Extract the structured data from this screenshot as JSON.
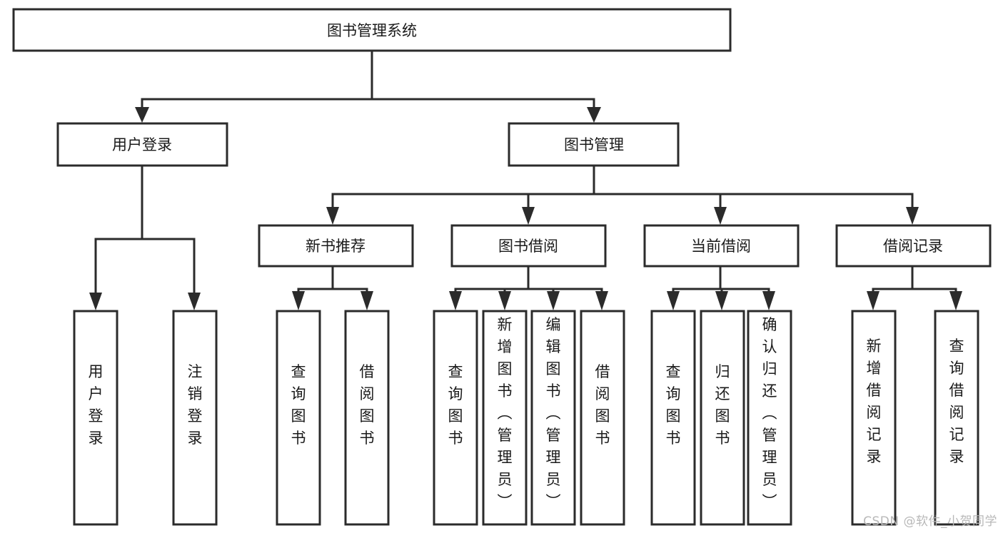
{
  "diagram": {
    "title": "图书管理系统",
    "type": "tree-hierarchy-chart",
    "watermark": "CSDN @软件_小贺同学",
    "colors": {
      "stroke": "#2b2b2b",
      "fill": "#ffffff",
      "text": "#1a1a1a",
      "watermark": "#b8b8b8",
      "background": "#ffffff"
    },
    "levels": {
      "root": "图书管理系统",
      "level2": [
        "用户登录",
        "图书管理"
      ],
      "level3": [
        "新书推荐",
        "图书借阅",
        "当前借阅",
        "借阅记录"
      ]
    },
    "nodes": {
      "root": {
        "label": "图书管理系统",
        "orientation": "horizontal"
      },
      "user_login": {
        "label": "用户登录",
        "orientation": "horizontal"
      },
      "book_manage": {
        "label": "图书管理",
        "orientation": "horizontal"
      },
      "new_book_rec": {
        "label": "新书推荐",
        "orientation": "horizontal"
      },
      "book_borrow": {
        "label": "图书借阅",
        "orientation": "horizontal"
      },
      "current_borrow": {
        "label": "当前借阅",
        "orientation": "horizontal"
      },
      "borrow_record": {
        "label": "借阅记录",
        "orientation": "horizontal"
      },
      "leaf_user_login": {
        "label": "用户登录",
        "orientation": "vertical"
      },
      "leaf_logout": {
        "label": "注销登录",
        "orientation": "vertical"
      },
      "leaf_query_book_1": {
        "label": "查询图书",
        "orientation": "vertical"
      },
      "leaf_borrow_book_1": {
        "label": "借阅图书",
        "orientation": "vertical"
      },
      "leaf_query_book_2": {
        "label": "查询图书",
        "orientation": "vertical"
      },
      "leaf_add_book": {
        "label": "新增图书（管理员）",
        "orientation": "vertical"
      },
      "leaf_edit_book": {
        "label": "编辑图书（管理员）",
        "orientation": "vertical"
      },
      "leaf_borrow_book_2": {
        "label": "借阅图书",
        "orientation": "vertical"
      },
      "leaf_query_book_3": {
        "label": "查询图书",
        "orientation": "vertical"
      },
      "leaf_return_book": {
        "label": "归还图书",
        "orientation": "vertical"
      },
      "leaf_confirm_return": {
        "label": "确认归还（管理员）",
        "orientation": "vertical"
      },
      "leaf_add_record": {
        "label": "新增借阅记录",
        "orientation": "vertical"
      },
      "leaf_query_record": {
        "label": "查询借阅记录",
        "orientation": "vertical"
      }
    },
    "edges": [
      {
        "from": "root",
        "to": "user_login"
      },
      {
        "from": "root",
        "to": "book_manage"
      },
      {
        "from": "user_login",
        "to": "leaf_user_login"
      },
      {
        "from": "user_login",
        "to": "leaf_logout"
      },
      {
        "from": "book_manage",
        "to": "new_book_rec"
      },
      {
        "from": "book_manage",
        "to": "book_borrow"
      },
      {
        "from": "book_manage",
        "to": "current_borrow"
      },
      {
        "from": "book_manage",
        "to": "borrow_record"
      },
      {
        "from": "new_book_rec",
        "to": "leaf_query_book_1"
      },
      {
        "from": "new_book_rec",
        "to": "leaf_borrow_book_1"
      },
      {
        "from": "book_borrow",
        "to": "leaf_query_book_2"
      },
      {
        "from": "book_borrow",
        "to": "leaf_add_book"
      },
      {
        "from": "book_borrow",
        "to": "leaf_edit_book"
      },
      {
        "from": "book_borrow",
        "to": "leaf_borrow_book_2"
      },
      {
        "from": "current_borrow",
        "to": "leaf_query_book_3"
      },
      {
        "from": "current_borrow",
        "to": "leaf_return_book"
      },
      {
        "from": "current_borrow",
        "to": "leaf_confirm_return"
      },
      {
        "from": "borrow_record",
        "to": "leaf_add_record"
      },
      {
        "from": "borrow_record",
        "to": "leaf_query_record"
      }
    ]
  }
}
